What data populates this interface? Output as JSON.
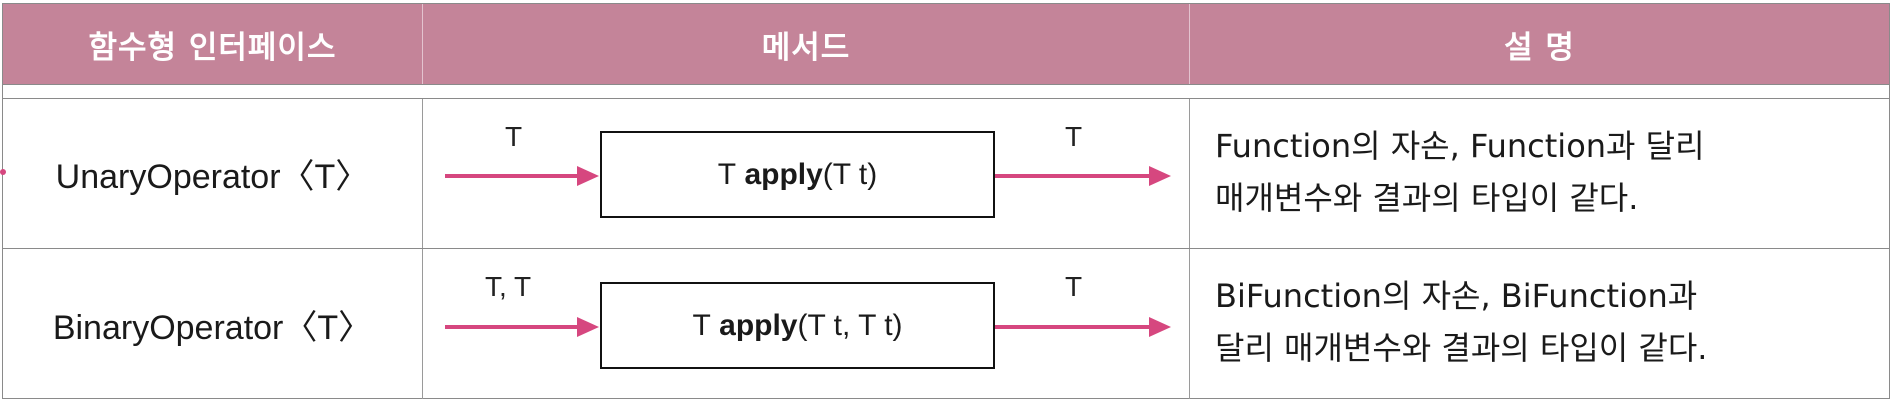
{
  "header": {
    "col1": "함수형 인터페이스",
    "col2": "메서드",
    "col3": "설 명"
  },
  "rows": [
    {
      "interface": "UnaryOperator〈T〉",
      "input_label": "T",
      "method_return": "T",
      "method_name": "apply",
      "method_params": "(T t)",
      "output_label": "T",
      "desc_line1": "Function의 자손, Function과 달리",
      "desc_line2": "매개변수와 결과의 타입이 같다."
    },
    {
      "interface": "BinaryOperator〈T〉",
      "input_label": "T, T",
      "method_return": "T",
      "method_name": "apply",
      "method_params": "(T t, T t)",
      "output_label": "T",
      "desc_line1": "BiFunction의 자손, BiFunction과",
      "desc_line2": "달리 매개변수와 결과의 타입이 같다."
    }
  ],
  "colors": {
    "header_bg": "#c48499",
    "arrow": "#d6477f",
    "border": "#8a8a8a"
  }
}
